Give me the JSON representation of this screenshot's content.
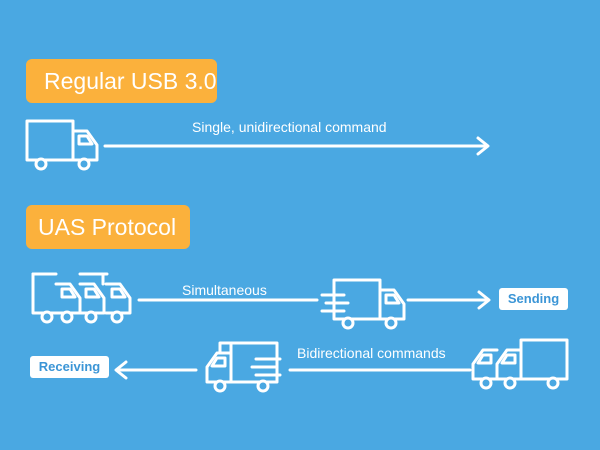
{
  "sections": {
    "regular": {
      "label": "Regular USB 3.0",
      "caption": "Single, unidirectional command"
    },
    "uas": {
      "label": "UAS Protocol",
      "simultaneous_caption": "Simultaneous",
      "bidirectional_caption": "Bidirectional commands",
      "sending_label": "Sending",
      "receiving_label": "Receiving"
    }
  },
  "colors": {
    "background": "#4aa8e2",
    "pill": "#fbb13c",
    "line": "#ffffff",
    "tag_text": "#3b95d6"
  },
  "icons": [
    "truck-icon",
    "arrow-icon"
  ]
}
